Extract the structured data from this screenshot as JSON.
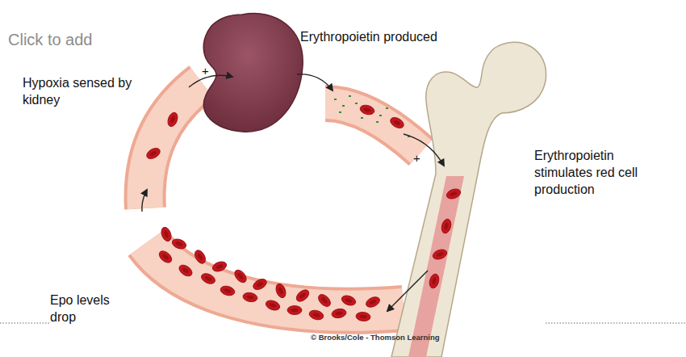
{
  "diagram": {
    "labels": [
      "Click to add",
      "Hypoxia sensed by kidney",
      "+",
      "Erythropoietin produced",
      "+",
      "Erythropoietin stimulates red cell production",
      "Epo levels drop",
      "© Brooks/Cole - Thomson Learning"
    ]
  }
}
